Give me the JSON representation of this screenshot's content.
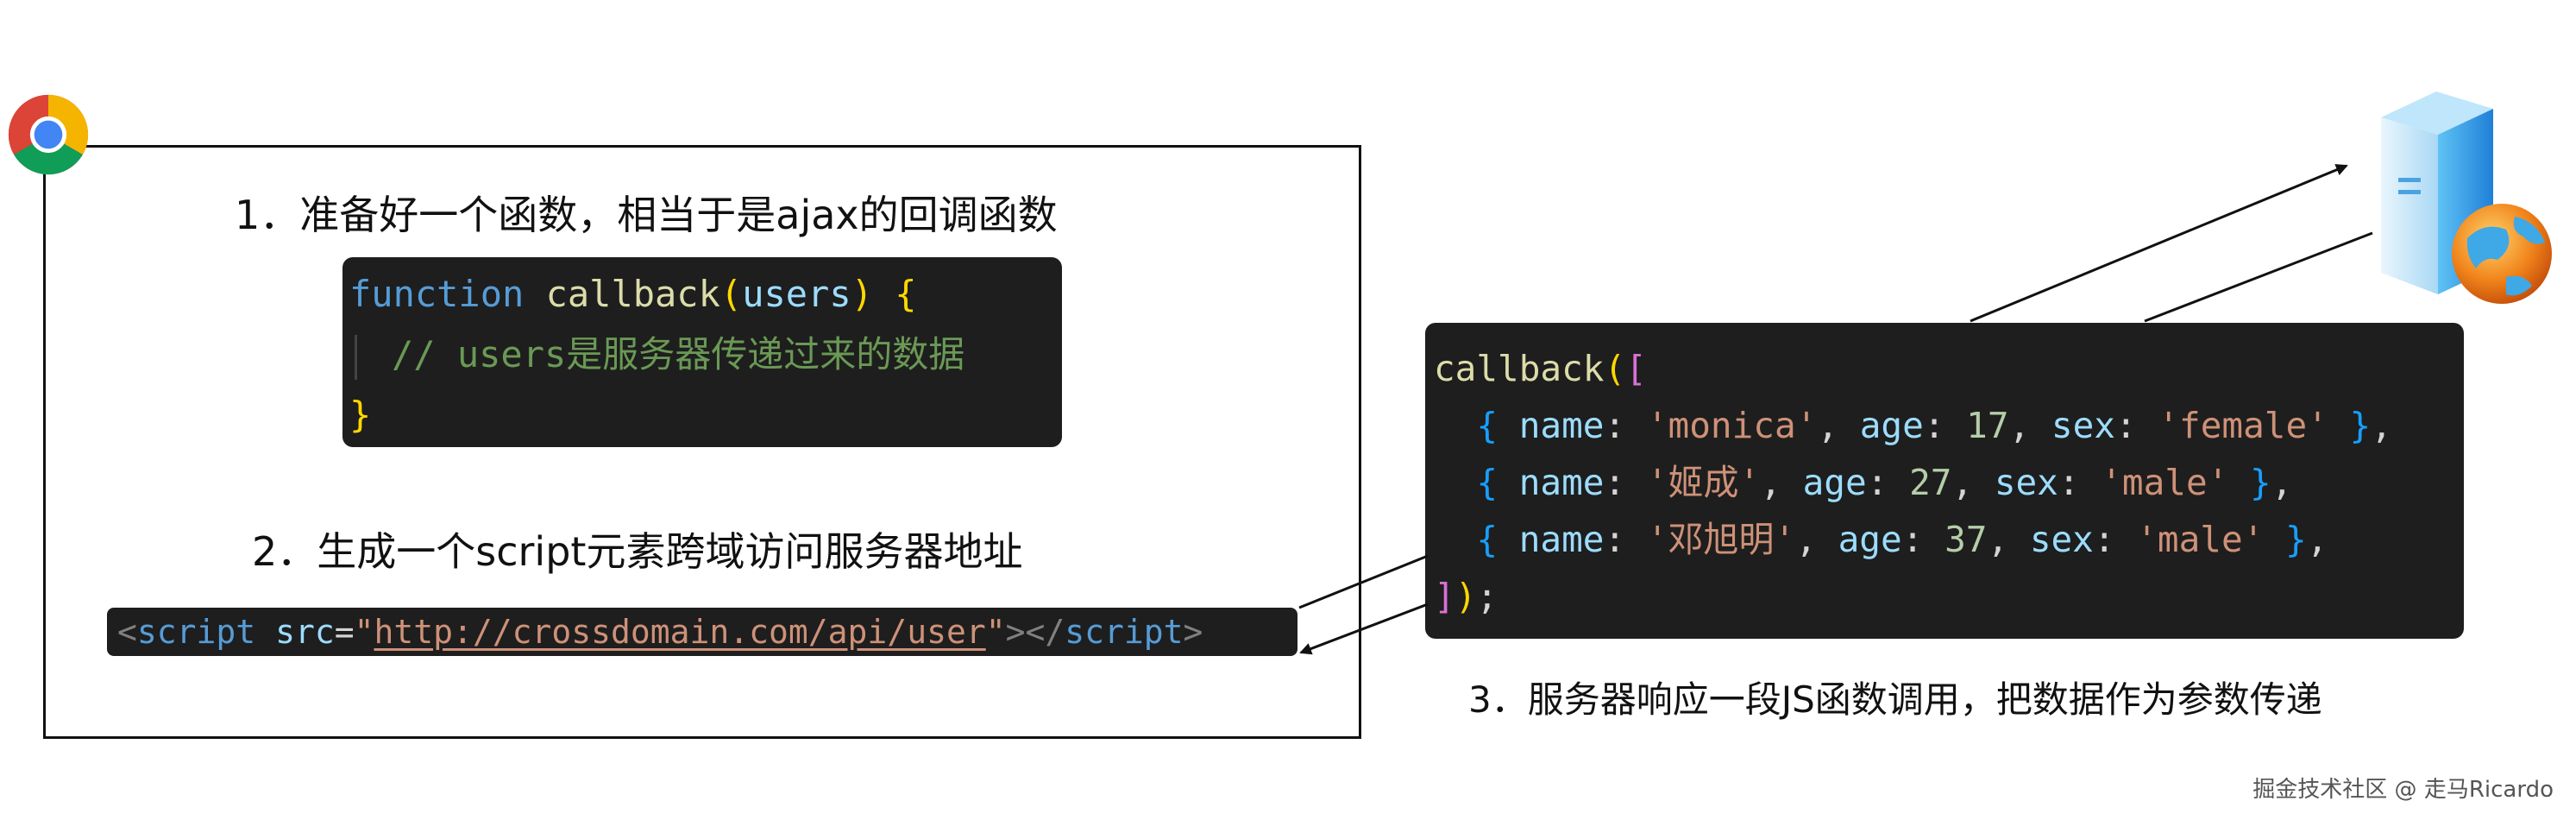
{
  "steps": {
    "step1": "1．准备好一个函数，相当于是ajax的回调函数",
    "step2": "2．生成一个script元素跨域访问服务器地址",
    "step3": "3．服务器响应一段JS函数调用，把数据作为参数传递"
  },
  "callback_code": {
    "keyword": "function",
    "fn_name": "callback",
    "param": "users",
    "comment": "// users是服务器传递过来的数据"
  },
  "script_tag": {
    "tag": "script",
    "attr": "src",
    "url": "http://crossdomain.com/api/user"
  },
  "response_code": {
    "fn_name": "callback",
    "rows": [
      {
        "name": "'monica'",
        "age": "17",
        "sex": "'female'"
      },
      {
        "name": "'姬成'",
        "age": "27",
        "sex": "'male'"
      },
      {
        "name": "'邓旭明'",
        "age": "37",
        "sex": "'male'"
      }
    ],
    "keys": {
      "name": "name",
      "age": "age",
      "sex": "sex"
    }
  },
  "icons": {
    "browser": "chrome-icon",
    "server": "server-globe-icon"
  },
  "watermark": "掘金技术社区 @ 走马Ricardo"
}
